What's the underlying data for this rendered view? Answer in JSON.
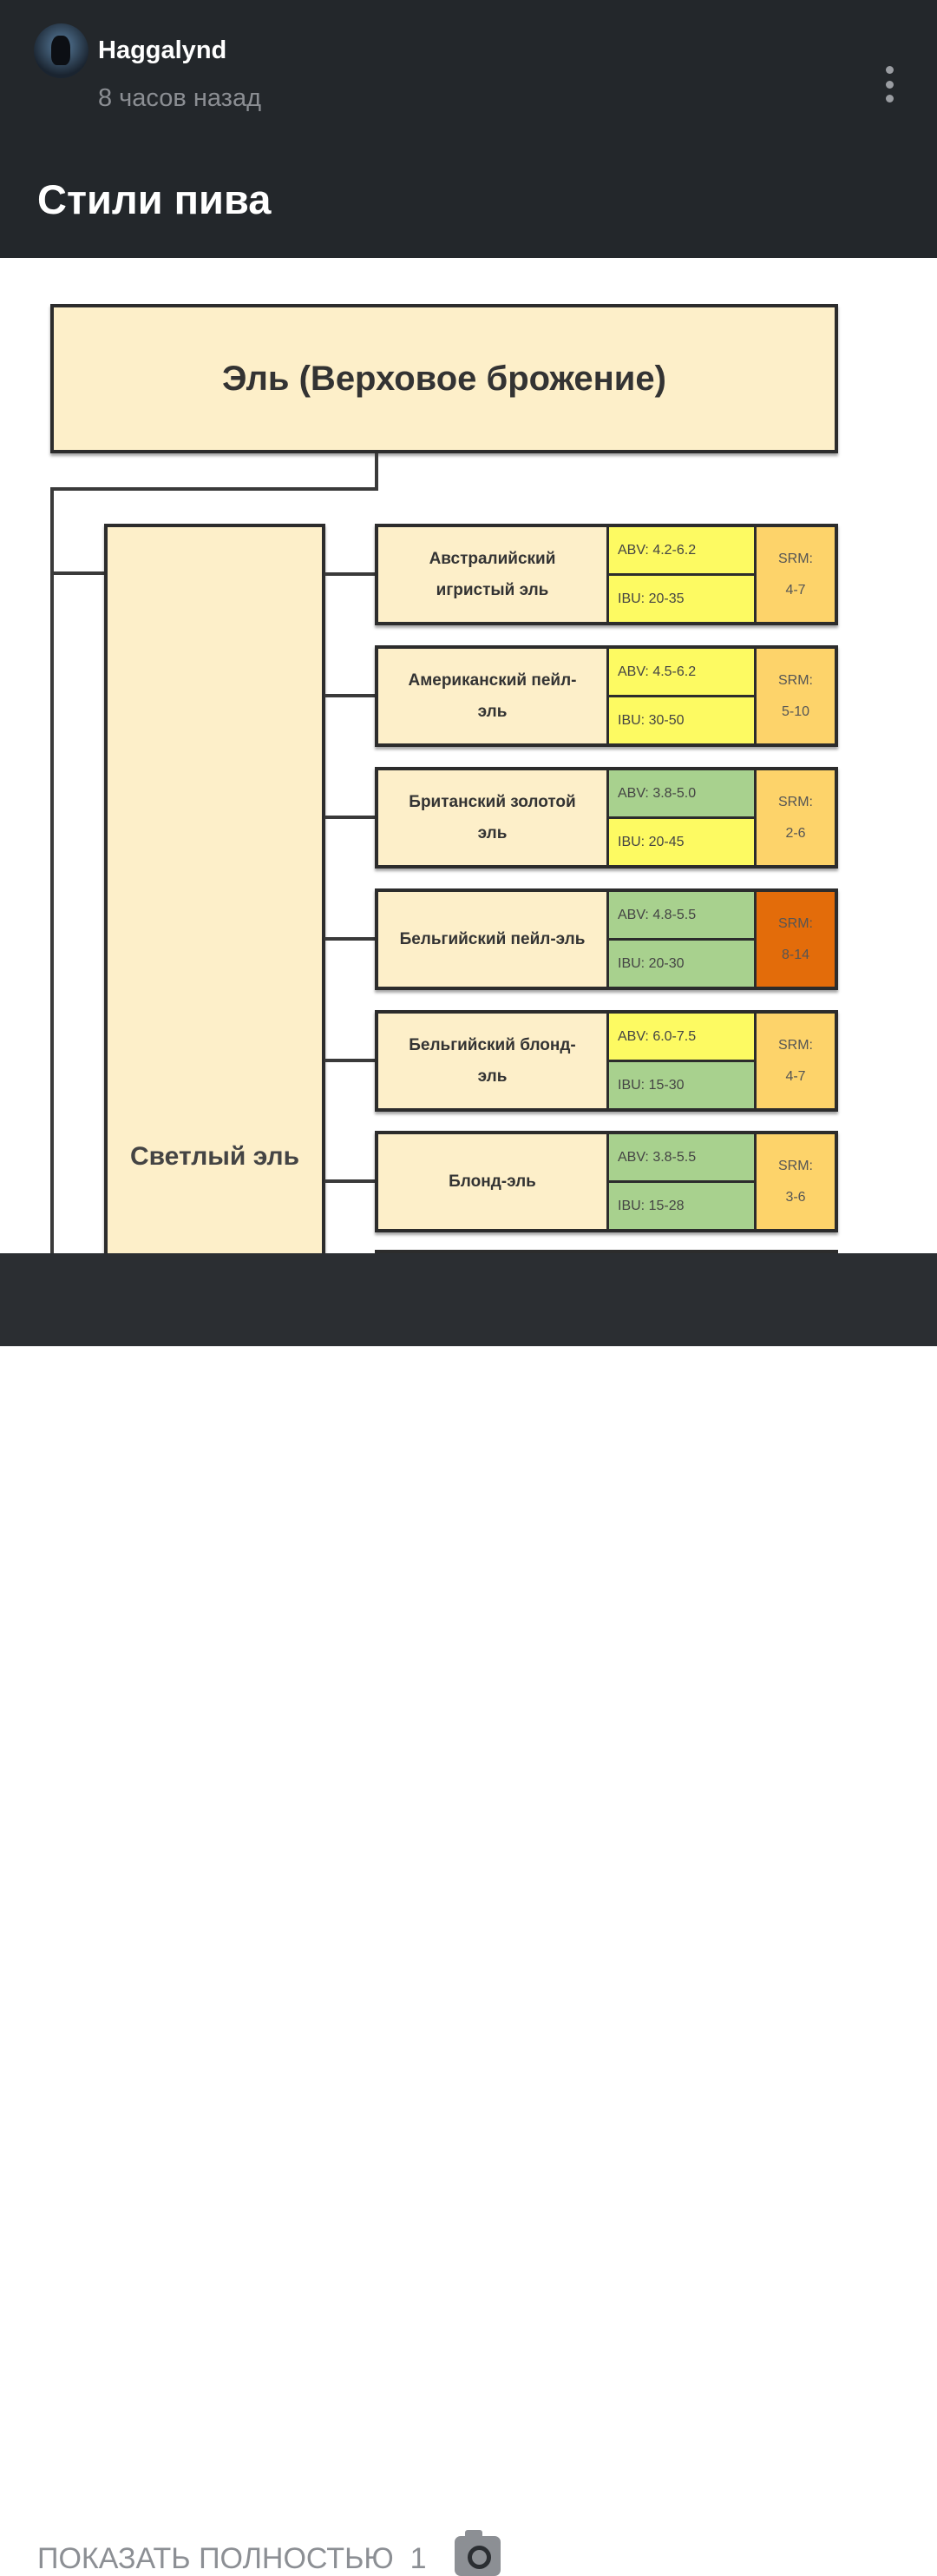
{
  "post": {
    "author": "Haggalynd",
    "time": "8 часов назад",
    "title": "Стили пива"
  },
  "diagram": {
    "root": "Эль (Верховое брожение)",
    "group": "Светлый эль",
    "rows": [
      {
        "name": "Австралийский игристый эль",
        "abv": "ABV: 4.2-6.2",
        "ibu": "IBU: 20-35",
        "srm_label": "SRM:",
        "srm": "4-7",
        "abv_color": "#fdfa62",
        "ibu_color": "#fdfa62",
        "srm_color": "#fdd36a"
      },
      {
        "name": "Американский пейл-эль",
        "abv": "ABV: 4.5-6.2",
        "ibu": "IBU: 30-50",
        "srm_label": "SRM:",
        "srm": "5-10",
        "abv_color": "#fdfa62",
        "ibu_color": "#fdfa62",
        "srm_color": "#fdd36a"
      },
      {
        "name": "Британский золотой эль",
        "abv": "ABV: 3.8-5.0",
        "ibu": "IBU: 20-45",
        "srm_label": "SRM:",
        "srm": "2-6",
        "abv_color": "#a8d18e",
        "ibu_color": "#fdfa62",
        "srm_color": "#fdd36a"
      },
      {
        "name": "Бельгийский пейл-эль",
        "abv": "ABV: 4.8-5.5",
        "ibu": "IBU: 20-30",
        "srm_label": "SRM:",
        "srm": "8-14",
        "abv_color": "#a8d18e",
        "ibu_color": "#a8d18e",
        "srm_color": "#e36c0a"
      },
      {
        "name": "Бельгийский блонд-эль",
        "abv": "ABV: 6.0-7.5",
        "ibu": "IBU: 15-30",
        "srm_label": "SRM:",
        "srm": "4-7",
        "abv_color": "#fdfa62",
        "ibu_color": "#a8d18e",
        "srm_color": "#fdd36a"
      },
      {
        "name": "Блонд-эль",
        "abv": "ABV: 3.8-5.5",
        "ibu": "IBU: 15-28",
        "srm_label": "SRM:",
        "srm": "3-6",
        "abv_color": "#a8d18e",
        "ibu_color": "#a8d18e",
        "srm_color": "#fdd36a"
      }
    ]
  },
  "footer": {
    "show_full": "ПОКАЗАТЬ ПОЛНОСТЬЮ",
    "image_count": "1"
  }
}
